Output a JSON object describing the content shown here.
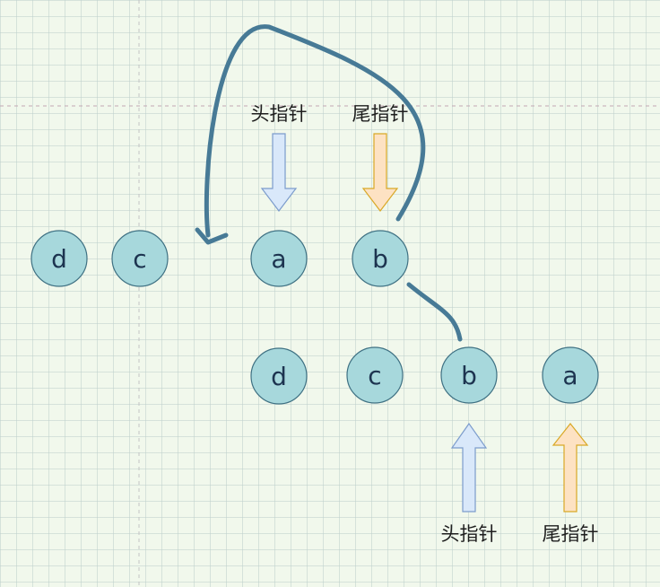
{
  "top_row": {
    "nodes": [
      "d",
      "c",
      "a",
      "b"
    ],
    "head_label": "头指针",
    "tail_label": "尾指针"
  },
  "bottom_row": {
    "nodes": [
      "d",
      "c",
      "b",
      "a"
    ],
    "head_label": "头指针",
    "tail_label": "尾指针"
  },
  "colors": {
    "node_fill": "#a7d8dc",
    "node_stroke": "#3f7183",
    "edge": "#477a96",
    "head_arrow_fill": "#d9e8fa",
    "head_arrow_stroke": "#7c9ccc",
    "tail_arrow_fill": "#fde2c3",
    "tail_arrow_stroke": "#d9a826",
    "guide_line": "#c3a9b4"
  }
}
